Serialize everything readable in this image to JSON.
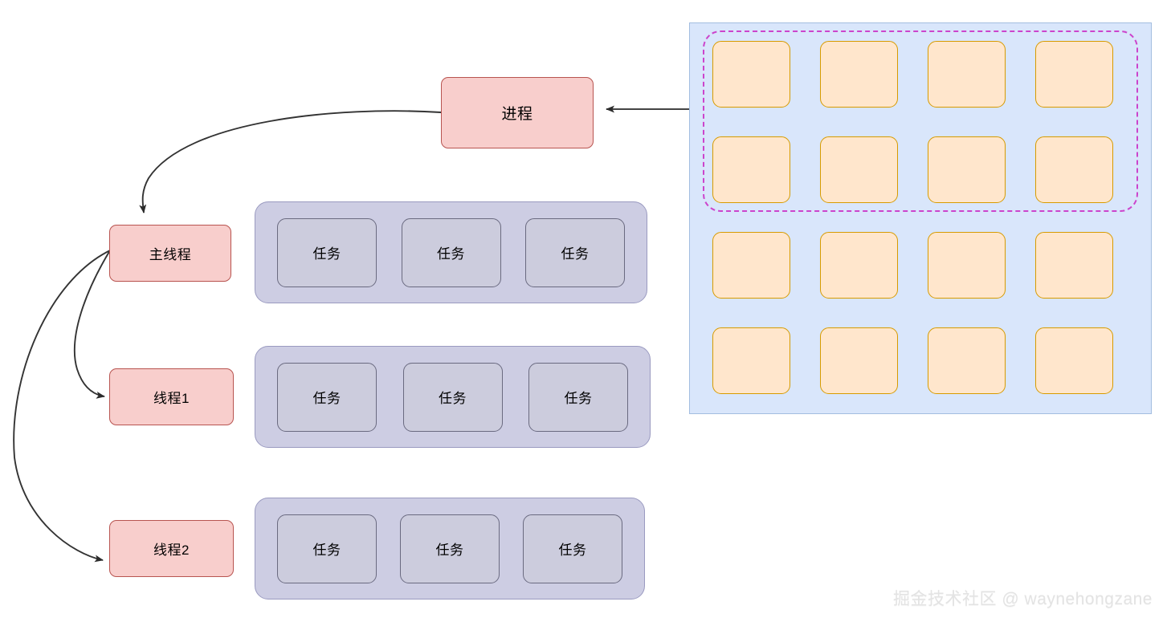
{
  "diagram": {
    "title": "Process / Thread / Task and Memory Model Diagram",
    "colors": {
      "pink_fill": "#f8cecc",
      "pink_stroke": "#b85450",
      "lavender_fill": "#cdcde3",
      "lavender_stroke": "#9a9ac0",
      "task_fill": "#ccccdd",
      "task_stroke": "#6a6a80",
      "memory_panel_fill": "#d9e6fb",
      "memory_panel_stroke": "#a3bde0",
      "memory_cell_fill": "#ffe6cc",
      "memory_cell_stroke": "#d79b00",
      "dashed_boundary": "#cc44cc",
      "arrow": "#333333",
      "watermark": "#e3e3e3"
    }
  },
  "nodes": {
    "process": {
      "label": "进程"
    },
    "main_thread": {
      "label": "主线程"
    },
    "thread1": {
      "label": "线程1"
    },
    "thread2": {
      "label": "线程2"
    }
  },
  "queues": [
    {
      "owner": "主线程",
      "tasks": [
        {
          "label": "任务"
        },
        {
          "label": "任务"
        },
        {
          "label": "任务"
        }
      ]
    },
    {
      "owner": "线程1",
      "tasks": [
        {
          "label": "任务"
        },
        {
          "label": "任务"
        },
        {
          "label": "任务"
        }
      ]
    },
    {
      "owner": "线程2",
      "tasks": [
        {
          "label": "任务"
        },
        {
          "label": "任务"
        },
        {
          "label": "任务"
        }
      ]
    }
  ],
  "memory": {
    "rows": 4,
    "cols": 4,
    "allocated_rows": 2,
    "cell_count": 16,
    "dashed_cell_count": 8,
    "cells": [
      {
        "id": "m-0-0"
      },
      {
        "id": "m-0-1"
      },
      {
        "id": "m-0-2"
      },
      {
        "id": "m-0-3"
      },
      {
        "id": "m-1-0"
      },
      {
        "id": "m-1-1"
      },
      {
        "id": "m-1-2"
      },
      {
        "id": "m-1-3"
      },
      {
        "id": "m-2-0"
      },
      {
        "id": "m-2-1"
      },
      {
        "id": "m-2-2"
      },
      {
        "id": "m-2-3"
      },
      {
        "id": "m-3-0"
      },
      {
        "id": "m-3-1"
      },
      {
        "id": "m-3-2"
      },
      {
        "id": "m-3-3"
      }
    ]
  },
  "edges": [
    {
      "id": "memory-to-process",
      "from": "memory-allocated-block",
      "to": "进程",
      "style": "straight"
    },
    {
      "id": "process-to-main-thread",
      "from": "进程",
      "to": "主线程",
      "style": "curved"
    },
    {
      "id": "main-thread-to-thread1",
      "from": "主线程",
      "to": "线程1",
      "style": "curved"
    },
    {
      "id": "main-thread-to-thread2",
      "from": "主线程",
      "to": "线程2",
      "style": "curved"
    }
  ],
  "watermark": {
    "text": "掘金技术社区 @ waynehongzane"
  }
}
